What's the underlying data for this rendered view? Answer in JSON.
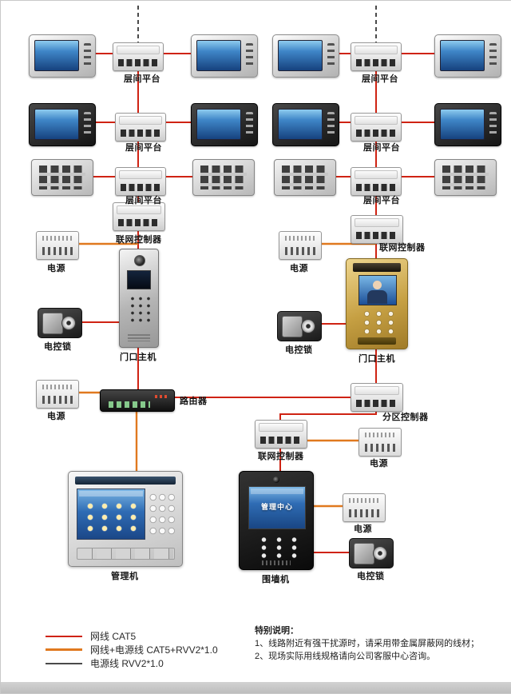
{
  "colors": {
    "cat5": "#cf2313",
    "cat5power": "#e0791f",
    "powerline": "#4a4a4a",
    "door_gold": "#c6a043",
    "screen_blue": "#2f6cb4"
  },
  "labels": {
    "floor_platform": "层间平台",
    "network_controller": "联网控制器",
    "power": "电源",
    "electric_lock": "电控锁",
    "door_station": "门口主机",
    "router": "路由器",
    "zone_controller": "分区控制器",
    "management_machine": "管理机",
    "wall_machine": "围墙机"
  },
  "screens": {
    "wall_machine_title": "管理中心"
  },
  "legend": [
    {
      "label": "网线 CAT5"
    },
    {
      "label": "网线+电源线 CAT5+RVV2*1.0"
    },
    {
      "label": "电源线 RVV2*1.0"
    }
  ],
  "notes": {
    "title": "特别说明：",
    "line1": "1、线路附近有强干扰源时，请采用带金属屏蔽网的线材；",
    "line2": "2、现场实际用线规格请向公司客服中心咨询。"
  }
}
